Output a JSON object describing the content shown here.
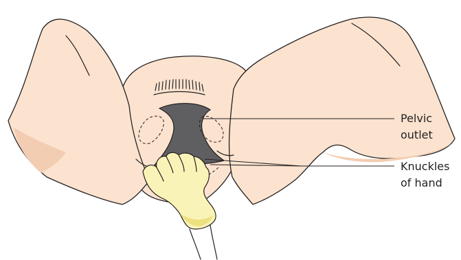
{
  "labels": {
    "pelvic_outlet": [
      "Pelvic",
      "outlet"
    ],
    "knuckles_of_hand": [
      "Knuckles",
      "of hand"
    ]
  },
  "colors": {
    "skin": "#fbe3cf",
    "skin_shadow": "#f3cdb2",
    "outlet": "#5f5f61",
    "glove": "#faf3b8",
    "outline": "#231f20"
  }
}
